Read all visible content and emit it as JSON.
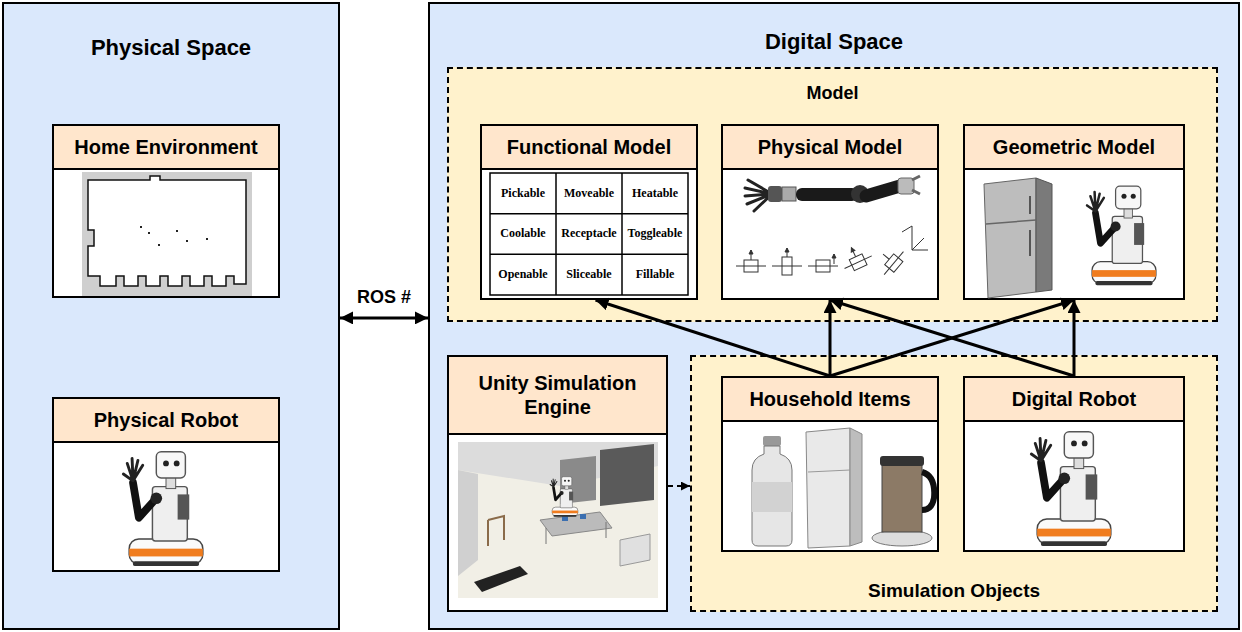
{
  "diagram": {
    "nodes": [
      {
        "text": [
          "Physical Space"
        ]
      },
      {
        "text": [
          "Home Environment"
        ],
        "in": 0
      },
      {
        "text": [
          "Physical Robot"
        ],
        "in": 0
      },
      {
        "text": [
          "Digital Space"
        ]
      },
      {
        "text": [
          "Model"
        ],
        "in": 3
      },
      {
        "text": [
          "Functional Model"
        ],
        "in": 4
      },
      {
        "text": [
          "Physical Model"
        ],
        "in": 4
      },
      {
        "text": [
          "Geometric Model"
        ],
        "in": 4
      },
      {
        "text": [
          "Unity Simulation Engine"
        ],
        "in": 3
      },
      {
        "text": [
          "Simulation Objects"
        ],
        "in": 3
      },
      {
        "text": [
          "Household Items"
        ],
        "in": 9
      },
      {
        "text": [
          "Digital Robot"
        ],
        "in": 9
      }
    ],
    "edges": [
      {
        "from": 0,
        "to": 3,
        "arrow": "both",
        "label": "ROS #"
      },
      {
        "from": 10,
        "to": 5,
        "arrow": "to"
      },
      {
        "from": 10,
        "to": 6,
        "arrow": "to"
      },
      {
        "from": 10,
        "to": 7,
        "arrow": "to"
      },
      {
        "from": 11,
        "to": 6,
        "arrow": "to"
      },
      {
        "from": 11,
        "to": 7,
        "arrow": "to"
      },
      {
        "from": 8,
        "to": 9,
        "arrow": "to"
      }
    ],
    "labels": [
      "Pickable",
      "Moveable",
      "Heatable",
      "Coolable",
      "Receptacle",
      "Toggleable",
      "Openable",
      "Sliceable",
      "Fillable"
    ]
  }
}
